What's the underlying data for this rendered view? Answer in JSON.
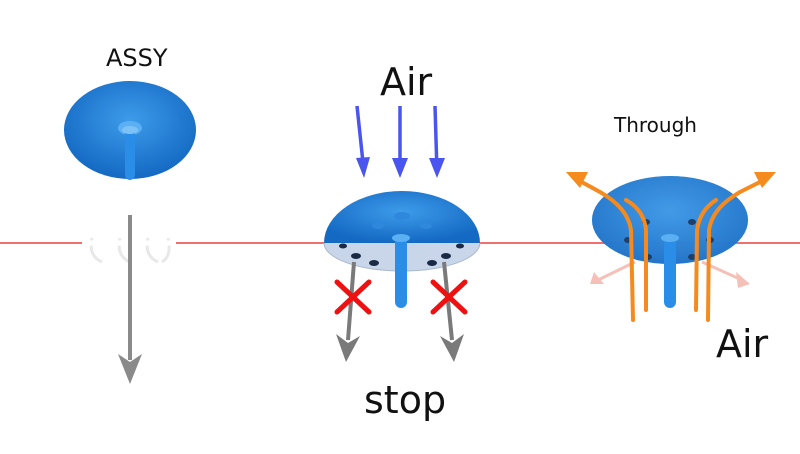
{
  "labels": {
    "assy": "ASSY",
    "air_top": "Air",
    "through": "Through",
    "air_right": "Air",
    "stop": "stop"
  },
  "colors": {
    "disc": "#1f7fd6",
    "disc_dark": "#0d5fb0",
    "stem": "#2a8de8",
    "air_arrow": "#4a55f0",
    "through_arrow": "#f58a1f",
    "gravity_arrow": "#777777",
    "cut_line": "#f07070",
    "stop_cross": "#ee1111"
  }
}
